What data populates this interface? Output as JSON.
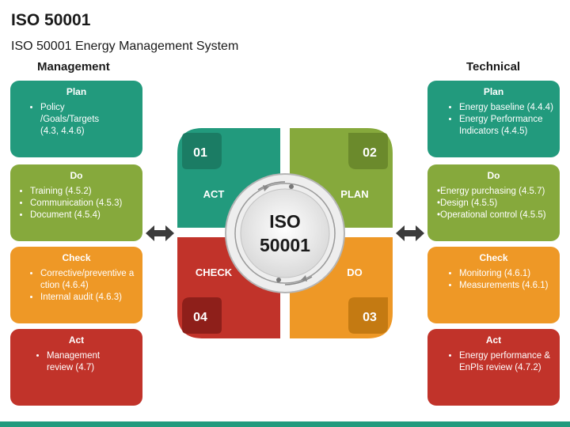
{
  "header": {
    "title": "ISO 50001",
    "subtitle": "ISO 50001 Energy Management System"
  },
  "management": {
    "heading": "Management",
    "cards": [
      {
        "title": "Plan",
        "color": "#229a7d",
        "items": [
          "Policy /Goals/Targets (4.3, 4.4.6)"
        ]
      },
      {
        "title": "Do",
        "color": "#86a93c",
        "items": [
          "Training (4.5.2)",
          "Communication (4.5.3)",
          "Document (4.5.4)"
        ]
      },
      {
        "title": "Check",
        "color": "#ee9826",
        "items": [
          "Corrective/preventive action (4.6.4)",
          "Internal audit (4.6.3)"
        ]
      },
      {
        "title": "Act",
        "color": "#c1332a",
        "items": [
          "Management review (4.7)"
        ]
      }
    ]
  },
  "technical": {
    "heading": "Technical",
    "cards": [
      {
        "title": "Plan",
        "color": "#229a7d",
        "items": [
          "Energy baseline (4.4.4)",
          "Energy Performance Indicators (4.4.5)"
        ]
      },
      {
        "title": "Do",
        "color": "#86a93c",
        "items": [
          "•Energy purchasing (4.5.7)",
          "•Design (4.5.5)",
          "•Operational control (4.5.5)"
        ]
      },
      {
        "title": "Check",
        "color": "#ee9826",
        "items": [
          "Monitoring (4.6.1)",
          "Measurements (4.6.1)"
        ]
      },
      {
        "title": "Act",
        "color": "#c1332a",
        "items": [
          "Energy performance & EnPIs review (4.7.2)"
        ]
      }
    ]
  },
  "cycle": {
    "center_line1": "ISO",
    "center_line2": "50001",
    "quadrants": [
      {
        "number": "01",
        "label": "ACT",
        "color": "#229a7d"
      },
      {
        "number": "02",
        "label": "PLAN",
        "color": "#86a93c"
      },
      {
        "number": "03",
        "label": "DO",
        "color": "#ee9826"
      },
      {
        "number": "04",
        "label": "CHECK",
        "color": "#c1332a"
      }
    ]
  },
  "icons": {
    "left_connector": "double-arrow-icon",
    "right_connector": "double-arrow-icon"
  }
}
